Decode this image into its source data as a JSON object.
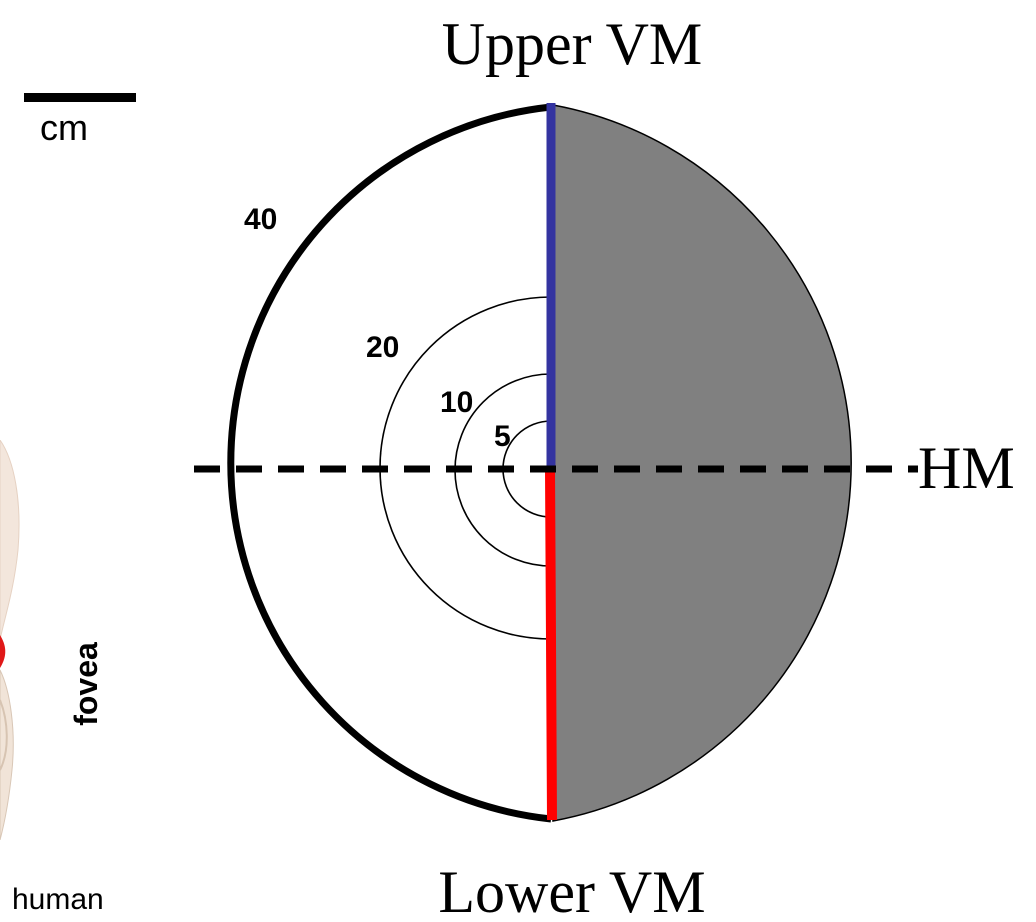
{
  "scale_bar": {
    "label": "cm"
  },
  "side_labels": {
    "fovea": "fovea",
    "species": "human"
  },
  "meridian_labels": {
    "upper": "Upper VM",
    "lower": "Lower VM",
    "horizontal": "HM"
  },
  "eccentricity_labels": [
    "5",
    "10",
    "20",
    "40"
  ],
  "colors": {
    "upper_vm_line": "#3333a0",
    "lower_vm_line": "#ff0000",
    "right_hemifield_fill": "#808080",
    "outline": "#000000"
  }
}
